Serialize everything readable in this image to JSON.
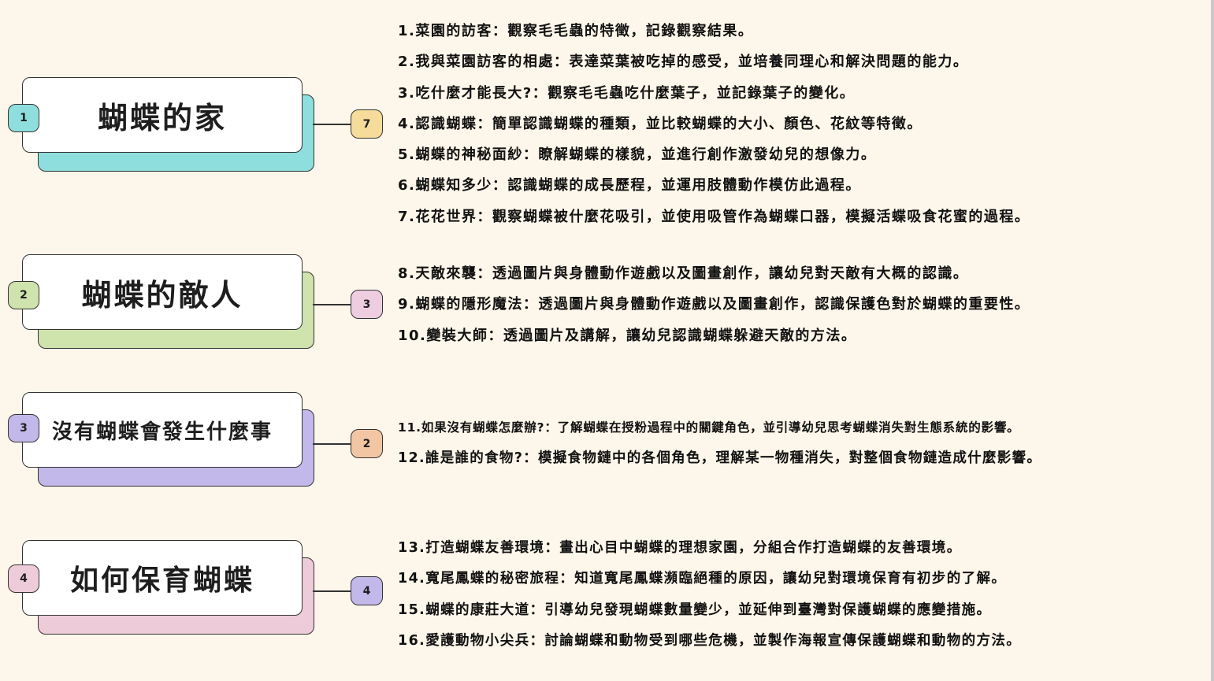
{
  "sections": [
    {
      "number": "1",
      "title": "蝴蝶的家",
      "count": "7",
      "colors": {
        "shadow": "#8fdede",
        "number": "#8fdede",
        "count": "#f5dc9a"
      },
      "items": [
        "1.菜園的訪客：觀察毛毛蟲的特徵，記錄觀察結果。",
        "2.我與菜園訪客的相處：表達菜葉被吃掉的感受，並培養同理心和解決問題的能力。",
        "3.吃什麼才能長大?：觀察毛毛蟲吃什麼葉子，並記錄葉子的變化。",
        "4.認識蝴蝶：簡單認識蝴蝶的種類，並比較蝴蝶的大小、顏色、花紋等特徵。",
        "5.蝴蝶的神秘面紗：瞭解蝴蝶的樣貌，並進行創作激發幼兒的想像力。",
        "6.蝴蝶知多少：認識蝴蝶的成長歷程，並運用肢體動作模仿此過程。",
        "7.花花世界：觀察蝴蝶被什麼花吸引，並使用吸管作為蝴蝶口器，模擬活蝶吸食花蜜的過程。"
      ]
    },
    {
      "number": "2",
      "title": "蝴蝶的敵人",
      "count": "3",
      "colors": {
        "shadow": "#cfe3ad",
        "number": "#cfe3ad",
        "count": "#eecde0"
      },
      "items": [
        "8.天敵來襲：透過圖片與身體動作遊戲以及圖畫創作，讓幼兒對天敵有大概的認識。",
        "9.蝴蝶的隱形魔法：透過圖片與身體動作遊戲以及圖畫創作，認識保護色對於蝴蝶的重要性。",
        "10.變裝大師：透過圖片及講解，讓幼兒認識蝴蝶躲避天敵的方法。"
      ]
    },
    {
      "number": "3",
      "title": "沒有蝴蝶會發生什麼事",
      "count": "2",
      "colors": {
        "shadow": "#c3b8ea",
        "number": "#c3b8ea",
        "count": "#f2c6a2"
      },
      "items": [
        "11.如果沒有蝴蝶怎麼辦?：了解蝴蝶在授粉過程中的關鍵角色，並引導幼兒思考蝴蝶消失對生態系統的影響。",
        "12.誰是誰的食物?：模擬食物鏈中的各個角色，理解某一物種消失，對整個食物鏈造成什麼影響。"
      ]
    },
    {
      "number": "4",
      "title": "如何保育蝴蝶",
      "count": "4",
      "colors": {
        "shadow": "#eecbd9",
        "number": "#eecbd9",
        "count": "#c3b8ea"
      },
      "items": [
        "13.打造蝴蝶友善環境：畫出心目中蝴蝶的理想家園，分組合作打造蝴蝶的友善環境。",
        "14.寬尾鳳蝶的秘密旅程：知道寬尾鳳蝶瀕臨絕種的原因，讓幼兒對環境保育有初步的了解。",
        "15.蝴蝶的康莊大道：引導幼兒發現蝴蝶數量變少，並延伸到臺灣對保護蝴蝶的應變措施。",
        "16.愛護動物小尖兵：討論蝴蝶和動物受到哪些危機，並製作海報宣傳保護蝴蝶和動物的方法。"
      ]
    }
  ]
}
